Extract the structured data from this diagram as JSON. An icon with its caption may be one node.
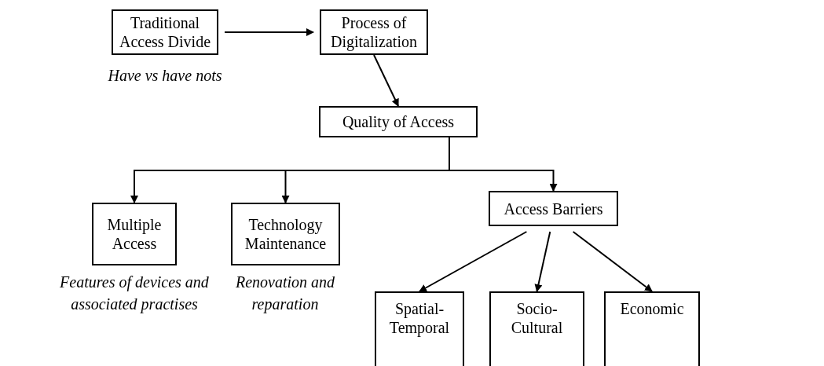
{
  "diagram": {
    "nodes": [
      {
        "text": [
          "Traditional Access Divide"
        ],
        "beside": [
          "Have vs have nots"
        ]
      },
      {
        "text": [
          "Process of Digitalization"
        ]
      },
      {
        "text": [
          "Quality of Access"
        ]
      },
      {
        "text": [
          "Multiple Access"
        ],
        "beside": [
          "Features of devices and associated practises"
        ]
      },
      {
        "text": [
          "Technology Maintenance"
        ],
        "beside": [
          "Renovation and reparation"
        ]
      },
      {
        "text": [
          "Access Barriers"
        ]
      },
      {
        "text": [
          "Spatial-Temporal"
        ]
      },
      {
        "text": [
          "Socio-Cultural"
        ]
      },
      {
        "text": [
          "Economic"
        ]
      }
    ],
    "edges": [
      {
        "from": 0,
        "to": 1,
        "arrow": "to"
      },
      {
        "from": 1,
        "to": 2,
        "arrow": "to"
      },
      {
        "from": 2,
        "to": 3,
        "arrow": "to"
      },
      {
        "from": 2,
        "to": 4,
        "arrow": "to"
      },
      {
        "from": 2,
        "to": 5,
        "arrow": "to"
      },
      {
        "from": 5,
        "to": 6,
        "arrow": "to"
      },
      {
        "from": 5,
        "to": 7,
        "arrow": "to"
      },
      {
        "from": 5,
        "to": 8,
        "arrow": "to"
      }
    ]
  }
}
